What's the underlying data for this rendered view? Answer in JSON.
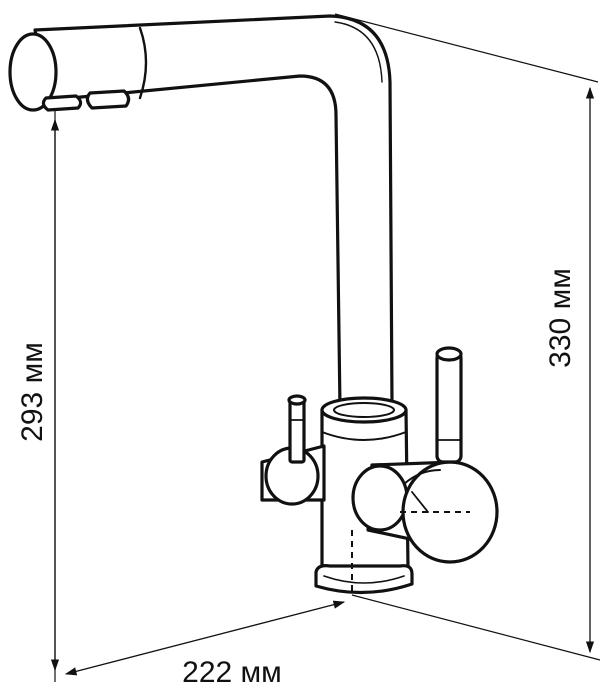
{
  "dimensions": {
    "spout_height": "293 мм",
    "total_height": "330 мм",
    "spout_reach": "222 мм"
  }
}
